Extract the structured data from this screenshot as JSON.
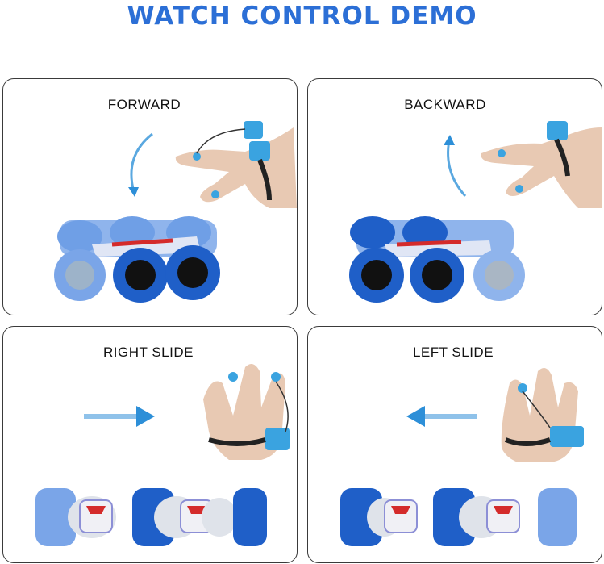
{
  "title": "WATCH CONTROL DEMO",
  "panels": [
    {
      "label": "FORWARD"
    },
    {
      "label": "BACKWARD"
    },
    {
      "label": "RIGHT SLIDE"
    },
    {
      "label": "LEFT SLIDE"
    }
  ],
  "colors": {
    "title": "#2c6fd6",
    "tire": "#1f5fc8",
    "arrow": "#2d8fd8",
    "watch": "#3aa3e0"
  }
}
